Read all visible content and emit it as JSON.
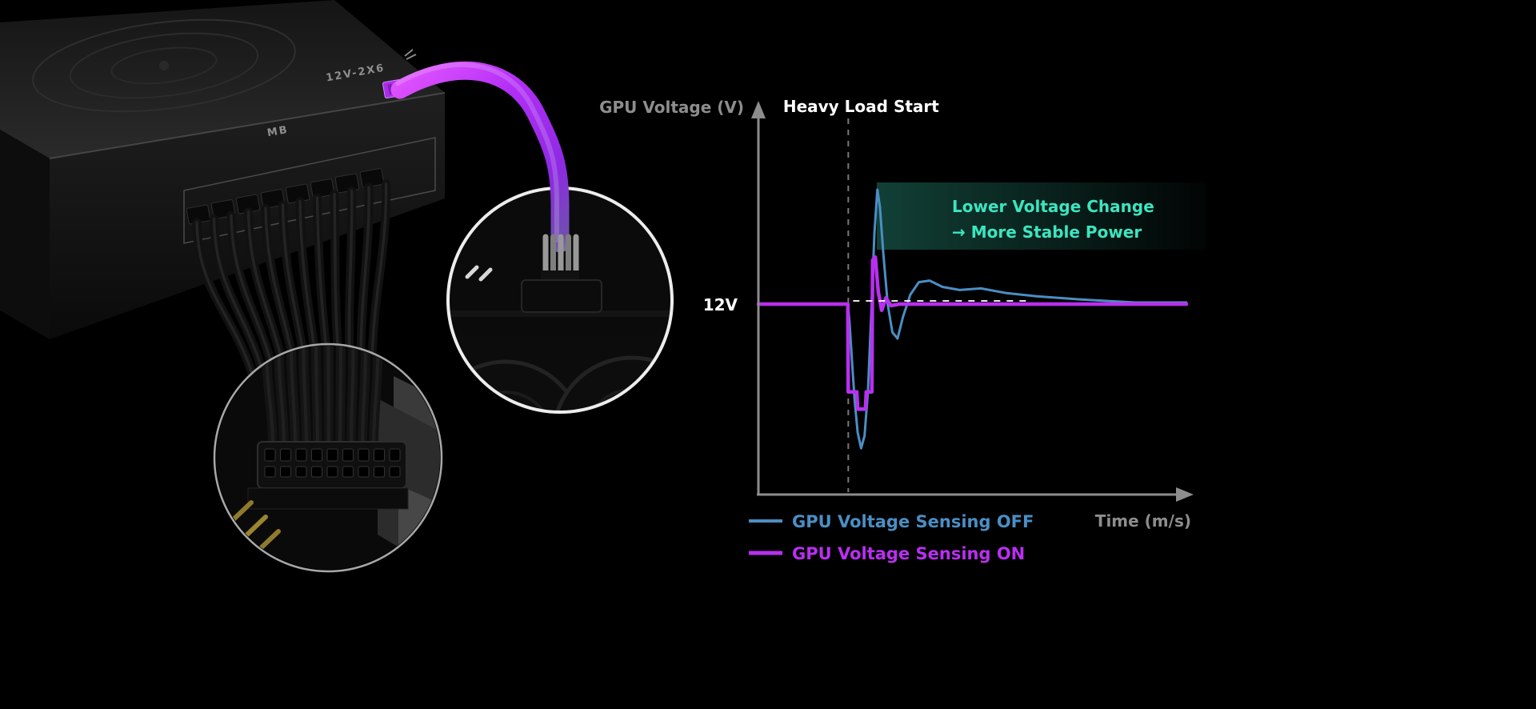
{
  "page": {
    "background": "#000000"
  },
  "psu": {
    "label_mb": "MB",
    "label_12v2x6": "12V-2X6"
  },
  "chart": {
    "y_axis_label": "GPU Voltage (V)",
    "x_axis_label": "Time (m/s)",
    "event_label": "Heavy Load Start",
    "baseline_label": "12V",
    "annotation_line1": "Lower Voltage Change",
    "annotation_line2": "→ More Stable Power",
    "annotation_color": "#3ce5c0",
    "axis_color": "#8d8d8d",
    "legend": [
      {
        "label": "GPU Voltage Sensing OFF",
        "color": "#4b8ec4"
      },
      {
        "label": "GPU Voltage Sensing ON",
        "color": "#b92ff0"
      }
    ]
  },
  "chart_data": {
    "type": "line",
    "xlabel": "Time (m/s)",
    "ylabel": "GPU Voltage (V)",
    "xlim": [
      0,
      100
    ],
    "ylim": [
      10.8,
      13.2
    ],
    "grid": false,
    "legend_position": "bottom-left",
    "y_ticks": [
      {
        "value": 12,
        "label": "12V"
      }
    ],
    "x_ticks": [],
    "event_marker": {
      "label": "Heavy Load Start",
      "x": 21,
      "style": "dashed-vertical"
    },
    "baseline": {
      "value": 12,
      "style": "dashed-horizontal"
    },
    "annotation": {
      "text": [
        "Lower Voltage Change",
        "→ More Stable Power"
      ],
      "x_range": [
        28,
        105
      ],
      "y_range": [
        12.35,
        12.78
      ]
    },
    "series": [
      {
        "name": "GPU Voltage Sensing OFF",
        "color": "#4b8ec4",
        "width": 3,
        "points": [
          [
            0,
            12
          ],
          [
            20.9,
            12
          ],
          [
            21.3,
            11.88
          ],
          [
            21.9,
            11.62
          ],
          [
            22.5,
            11.38
          ],
          [
            23.2,
            11.18
          ],
          [
            24,
            11.08
          ],
          [
            24.8,
            11.16
          ],
          [
            25.6,
            11.45
          ],
          [
            26.4,
            11.95
          ],
          [
            27.1,
            12.45
          ],
          [
            27.8,
            12.73
          ],
          [
            28.4,
            12.62
          ],
          [
            29.2,
            12.32
          ],
          [
            30.2,
            12
          ],
          [
            31.3,
            11.82
          ],
          [
            32.5,
            11.78
          ],
          [
            33.8,
            11.92
          ],
          [
            35.5,
            12.06
          ],
          [
            37.5,
            12.14
          ],
          [
            40,
            12.15
          ],
          [
            43,
            12.11
          ],
          [
            47,
            12.09
          ],
          [
            52,
            12.1
          ],
          [
            58,
            12.07
          ],
          [
            65,
            12.05
          ],
          [
            75,
            12.03
          ],
          [
            88,
            12.01
          ],
          [
            100,
            12.01
          ]
        ]
      },
      {
        "name": "GPU Voltage Sensing ON",
        "color": "#b92ff0",
        "width": 4.5,
        "points": [
          [
            0,
            12
          ],
          [
            20.9,
            12
          ],
          [
            21,
            11.44
          ],
          [
            23,
            11.44
          ],
          [
            23.2,
            11.33
          ],
          [
            25,
            11.33
          ],
          [
            25.2,
            11.44
          ],
          [
            26.5,
            11.44
          ],
          [
            26.7,
            12.28
          ],
          [
            27.3,
            12.3
          ],
          [
            28,
            12.08
          ],
          [
            28.8,
            11.96
          ],
          [
            29.8,
            12.04
          ],
          [
            31,
            11.99
          ],
          [
            33,
            12
          ],
          [
            100,
            12
          ]
        ]
      }
    ]
  }
}
